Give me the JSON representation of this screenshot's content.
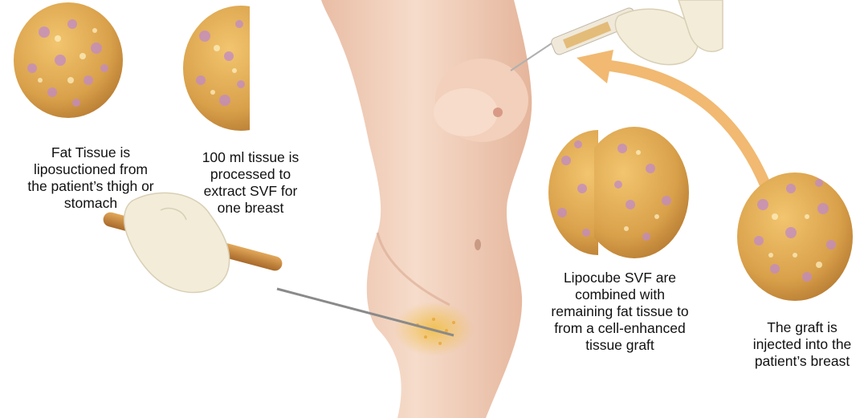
{
  "captions": {
    "step1": "Fat Tissue is\nliposuctioned from\nthe patient’s thigh or\nstomach",
    "step2": "100 ml tissue is\nprocessed to\nextract SVF for\none breast",
    "step3": "Lipocube SVF are\ncombined with\nremaining fat tissue to\nfrom a cell-enhanced\ntissue graft",
    "step4": "The graft is\ninjected into the\npatient’s breast"
  },
  "colors": {
    "fat_tissue": "#d9a04a",
    "skin": "#f3d3c0",
    "glove": "#f3ecd8",
    "cannula": "#c98a3c",
    "arrow": "#f1b971",
    "cell_purple": "#c08ac8"
  }
}
